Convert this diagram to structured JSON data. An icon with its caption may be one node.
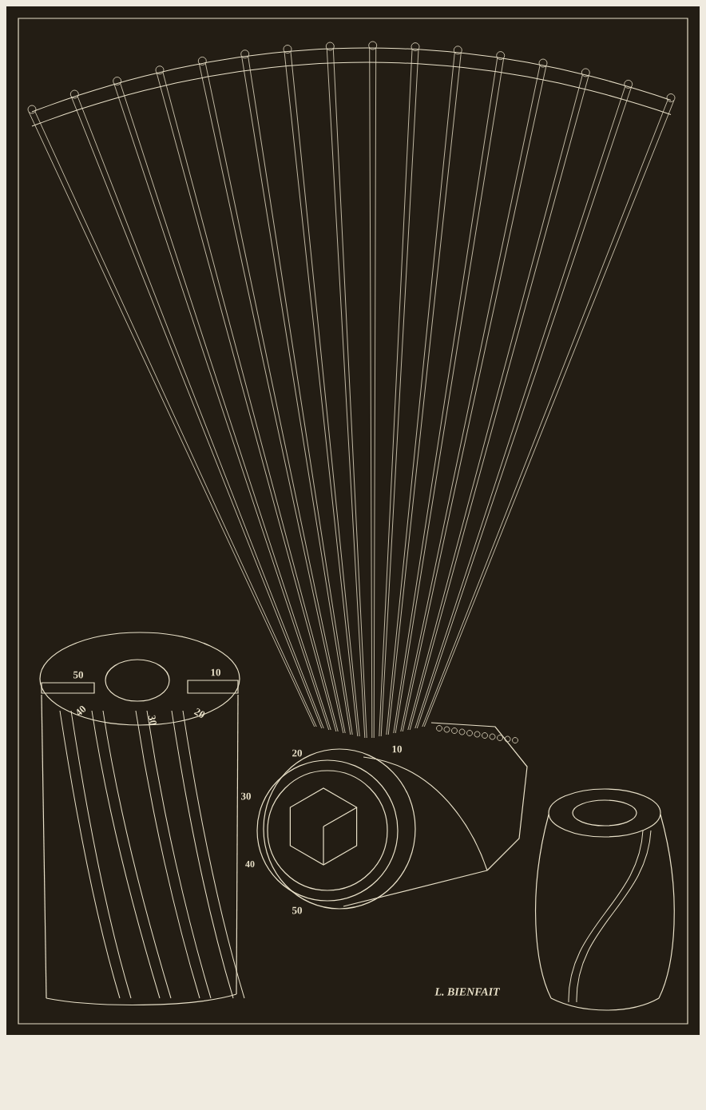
{
  "diagram": {
    "labels": [
      "50",
      "10",
      "40",
      "20",
      "30",
      "20",
      "10",
      "30",
      "40",
      "50",
      "L. BIENFAIT"
    ]
  }
}
